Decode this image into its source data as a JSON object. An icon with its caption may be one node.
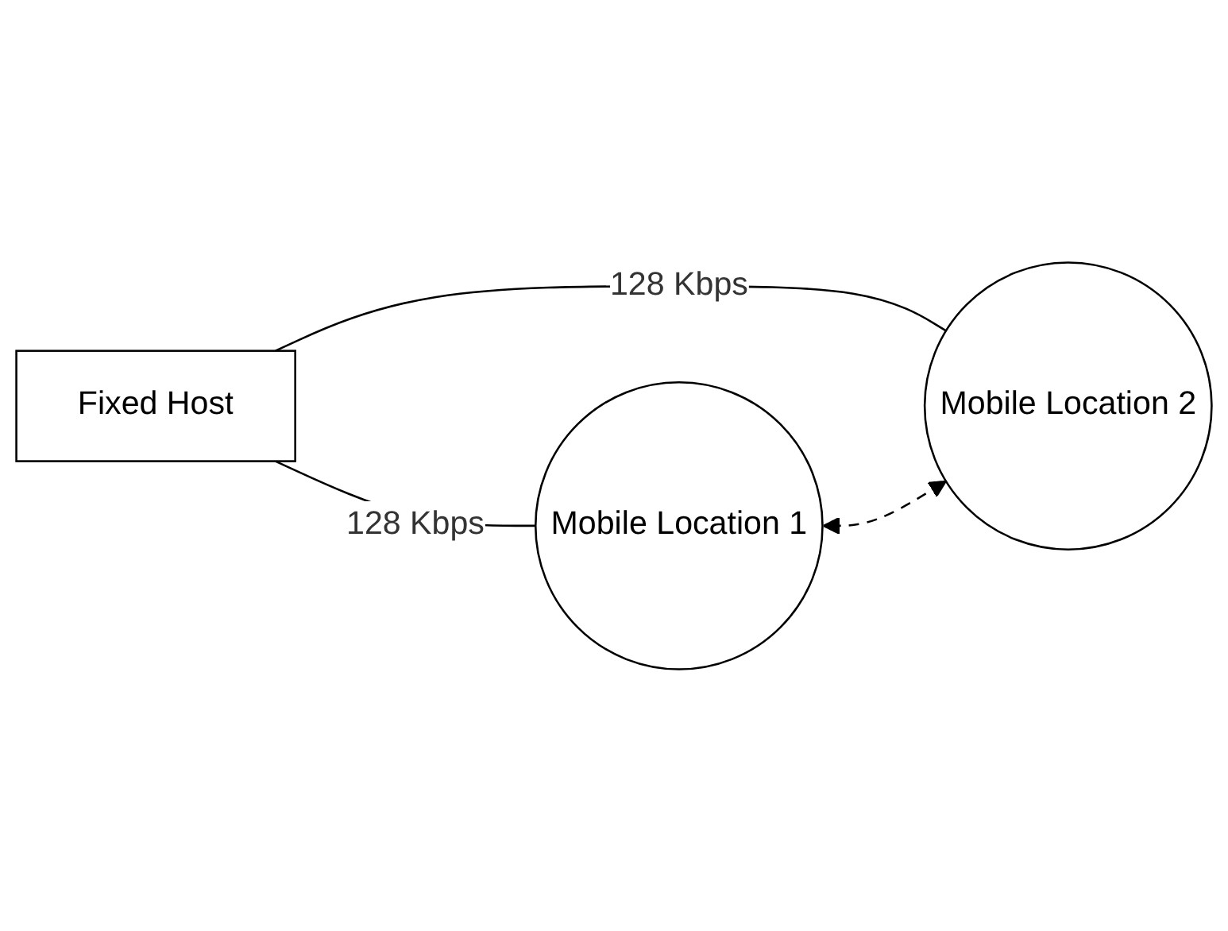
{
  "diagram": {
    "nodes": [
      {
        "text": [
          "Fixed Host"
        ]
      },
      {
        "text": [
          "Mobile Location 1"
        ]
      },
      {
        "text": [
          "Mobile Location 2"
        ]
      }
    ],
    "edges": [
      {
        "from": 0,
        "to": 1,
        "arrow": "none",
        "label": "128 Kbps"
      },
      {
        "from": 0,
        "to": 2,
        "arrow": "none",
        "label": "128 Kbps"
      },
      {
        "from": 1,
        "to": 2,
        "arrow": "both",
        "style": "dashed"
      }
    ]
  }
}
